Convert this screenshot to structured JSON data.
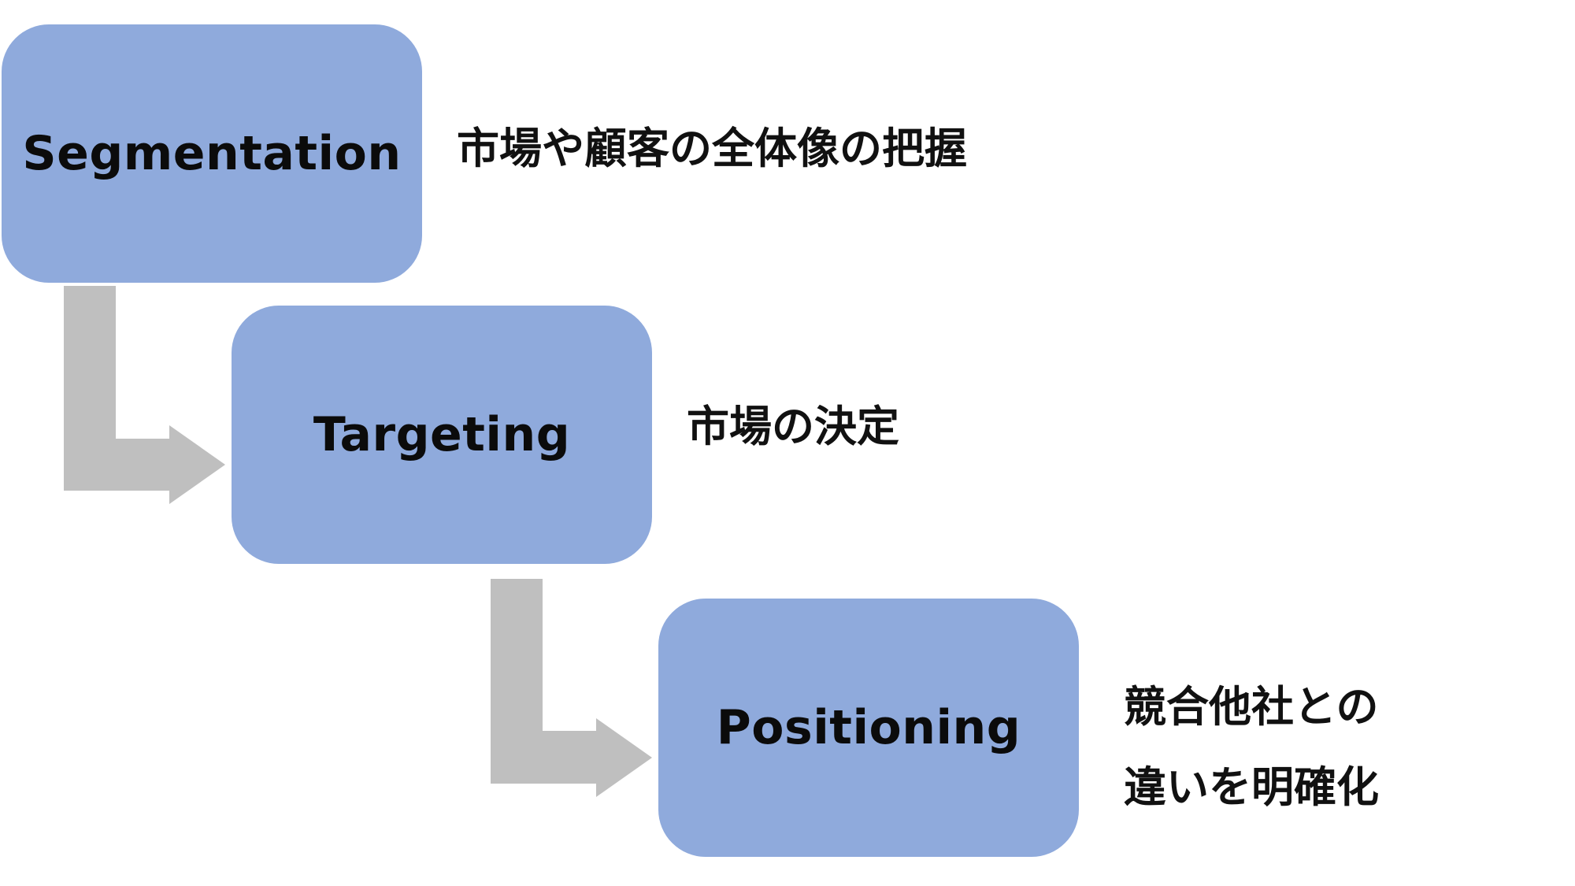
{
  "colors": {
    "box_fill": "#8faadc",
    "arrow_fill": "#bfbfbf",
    "text": "#0b0b0b",
    "background": "#ffffff"
  },
  "steps": [
    {
      "label": "Segmentation",
      "description": "市場や顧客の全体像の把握"
    },
    {
      "label": "Targeting",
      "description": "市場の決定"
    },
    {
      "label": "Positioning",
      "description_lines": [
        "競合他社との",
        "違いを明確化"
      ]
    }
  ],
  "connectors": [
    {
      "from": "Segmentation",
      "to": "Targeting",
      "icon": "bent-arrow-icon"
    },
    {
      "from": "Targeting",
      "to": "Positioning",
      "icon": "bent-arrow-icon"
    }
  ]
}
